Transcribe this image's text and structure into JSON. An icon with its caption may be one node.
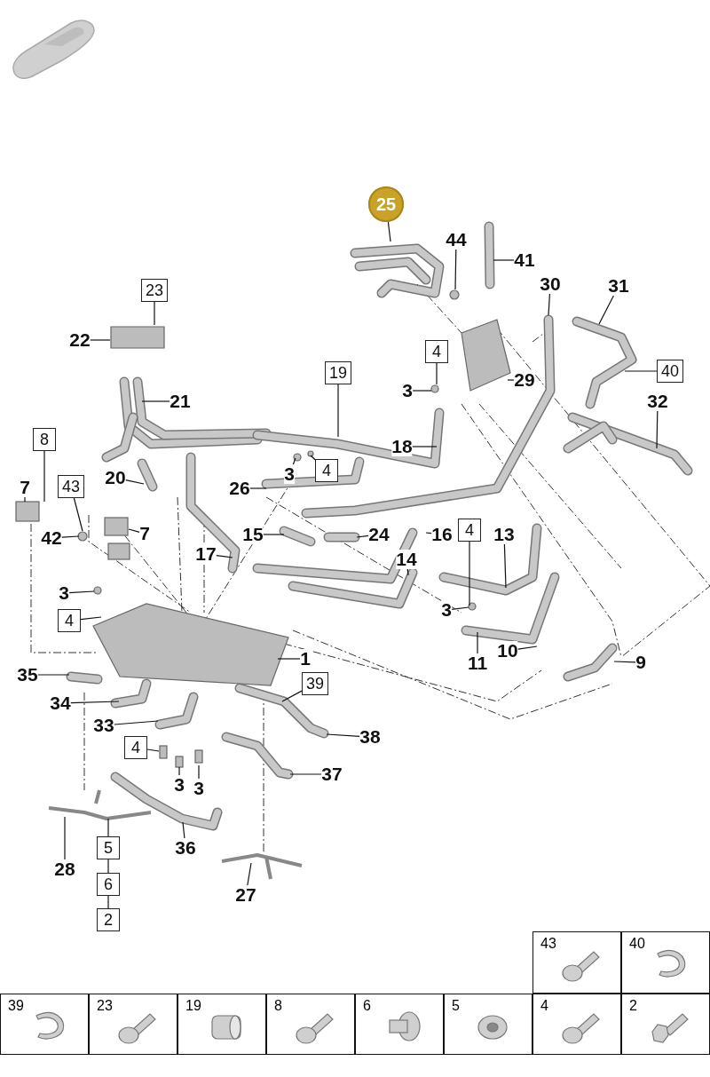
{
  "diagram": {
    "nodes": [
      {
        "text": [
          "25"
        ]
      },
      {
        "text": [
          "44"
        ]
      },
      {
        "text": [
          "41"
        ]
      },
      {
        "text": [
          "30"
        ]
      },
      {
        "text": [
          "31"
        ]
      },
      {
        "text": [
          "23"
        ]
      },
      {
        "text": [
          "22"
        ]
      },
      {
        "text": [
          "4"
        ]
      },
      {
        "text": [
          "19"
        ]
      },
      {
        "text": [
          "3"
        ]
      },
      {
        "text": [
          "29"
        ]
      },
      {
        "text": [
          "40"
        ]
      },
      {
        "text": [
          "21"
        ]
      },
      {
        "text": [
          "32"
        ]
      },
      {
        "text": [
          "8"
        ]
      },
      {
        "text": [
          "18"
        ]
      },
      {
        "text": [
          "3"
        ]
      },
      {
        "text": [
          "4"
        ]
      },
      {
        "text": [
          "20"
        ]
      },
      {
        "text": [
          "26"
        ]
      },
      {
        "text": [
          "7"
        ]
      },
      {
        "text": [
          "43"
        ]
      },
      {
        "text": [
          "4"
        ]
      },
      {
        "text": [
          "13"
        ]
      },
      {
        "text": [
          "15"
        ]
      },
      {
        "text": [
          "24"
        ]
      },
      {
        "text": [
          "16"
        ]
      },
      {
        "text": [
          "42"
        ]
      },
      {
        "text": [
          "7"
        ]
      },
      {
        "text": [
          "17"
        ]
      },
      {
        "text": [
          "14"
        ]
      },
      {
        "text": [
          "3"
        ]
      },
      {
        "text": [
          "4"
        ]
      },
      {
        "text": [
          "3"
        ]
      },
      {
        "text": [
          "11"
        ]
      },
      {
        "text": [
          "10"
        ]
      },
      {
        "text": [
          "1"
        ]
      },
      {
        "text": [
          "9"
        ]
      },
      {
        "text": [
          "35"
        ]
      },
      {
        "text": [
          "39"
        ]
      },
      {
        "text": [
          "34"
        ]
      },
      {
        "text": [
          "33"
        ]
      },
      {
        "text": [
          "38"
        ]
      },
      {
        "text": [
          "4"
        ]
      },
      {
        "text": [
          "3"
        ]
      },
      {
        "text": [
          "3"
        ]
      },
      {
        "text": [
          "37"
        ]
      },
      {
        "text": [
          "36"
        ]
      },
      {
        "text": [
          "5"
        ]
      },
      {
        "text": [
          "28"
        ]
      },
      {
        "text": [
          "6"
        ]
      },
      {
        "text": [
          "2"
        ]
      },
      {
        "text": [
          "27"
        ]
      }
    ],
    "edges": [
      {
        "from": 0,
        "to": null,
        "arrow": "none"
      },
      {
        "from": 1,
        "to": null,
        "arrow": "none"
      },
      {
        "from": 2,
        "to": null,
        "arrow": "none"
      },
      {
        "from": 3,
        "to": null,
        "arrow": "none"
      },
      {
        "from": 4,
        "to": null,
        "arrow": "none"
      },
      {
        "from": 5,
        "to": null,
        "arrow": "none"
      },
      {
        "from": 6,
        "to": null,
        "arrow": "none"
      },
      {
        "from": 7,
        "to": null,
        "arrow": "none"
      },
      {
        "from": 8,
        "to": null,
        "arrow": "none"
      },
      {
        "from": 9,
        "to": null,
        "arrow": "none"
      },
      {
        "from": 10,
        "to": null,
        "arrow": "none"
      },
      {
        "from": 11,
        "to": null,
        "arrow": "none"
      },
      {
        "from": 12,
        "to": null,
        "arrow": "none"
      },
      {
        "from": 13,
        "to": null,
        "arrow": "none"
      },
      {
        "from": 14,
        "to": null,
        "arrow": "none"
      },
      {
        "from": 15,
        "to": null,
        "arrow": "none"
      },
      {
        "from": 16,
        "to": null,
        "arrow": "none"
      },
      {
        "from": 17,
        "to": null,
        "arrow": "none"
      },
      {
        "from": 18,
        "to": null,
        "arrow": "none"
      },
      {
        "from": 19,
        "to": null,
        "arrow": "none"
      },
      {
        "from": 20,
        "to": null,
        "arrow": "none"
      },
      {
        "from": 21,
        "to": null,
        "arrow": "none"
      },
      {
        "from": 22,
        "to": null,
        "arrow": "none"
      },
      {
        "from": 23,
        "to": null,
        "arrow": "none"
      },
      {
        "from": 24,
        "to": null,
        "arrow": "none"
      },
      {
        "from": 25,
        "to": null,
        "arrow": "none"
      },
      {
        "from": 26,
        "to": null,
        "arrow": "none"
      },
      {
        "from": 27,
        "to": null,
        "arrow": "none"
      },
      {
        "from": 28,
        "to": null,
        "arrow": "none"
      },
      {
        "from": 29,
        "to": null,
        "arrow": "none"
      },
      {
        "from": 30,
        "to": null,
        "arrow": "none"
      },
      {
        "from": 31,
        "to": null,
        "arrow": "none"
      },
      {
        "from": 32,
        "to": null,
        "arrow": "none"
      },
      {
        "from": 33,
        "to": null,
        "arrow": "none"
      },
      {
        "from": 34,
        "to": null,
        "arrow": "none"
      },
      {
        "from": 35,
        "to": null,
        "arrow": "none"
      },
      {
        "from": 36,
        "to": null,
        "arrow": "none"
      },
      {
        "from": 37,
        "to": null,
        "arrow": "none"
      },
      {
        "from": 38,
        "to": null,
        "arrow": "none"
      },
      {
        "from": 39,
        "to": null,
        "arrow": "none"
      },
      {
        "from": 40,
        "to": null,
        "arrow": "none"
      },
      {
        "from": 41,
        "to": null,
        "arrow": "none"
      },
      {
        "from": 42,
        "to": null,
        "arrow": "none"
      },
      {
        "from": 43,
        "to": null,
        "arrow": "none"
      },
      {
        "from": 44,
        "to": null,
        "arrow": "none"
      },
      {
        "from": 45,
        "to": null,
        "arrow": "none"
      },
      {
        "from": 46,
        "to": null,
        "arrow": "none"
      },
      {
        "from": 47,
        "to": null,
        "arrow": "none"
      },
      {
        "from": 48,
        "to": null,
        "arrow": "none"
      },
      {
        "from": 49,
        "to": null,
        "arrow": "none"
      },
      {
        "from": 52,
        "to": null,
        "arrow": "none"
      },
      {
        "from": 48,
        "to": 50,
        "arrow": "none"
      },
      {
        "from": 50,
        "to": 51,
        "arrow": "none"
      }
    ],
    "labels": [
      "43",
      "40",
      "39",
      "23",
      "19",
      "8",
      "6",
      "5",
      "4",
      "2"
    ]
  }
}
